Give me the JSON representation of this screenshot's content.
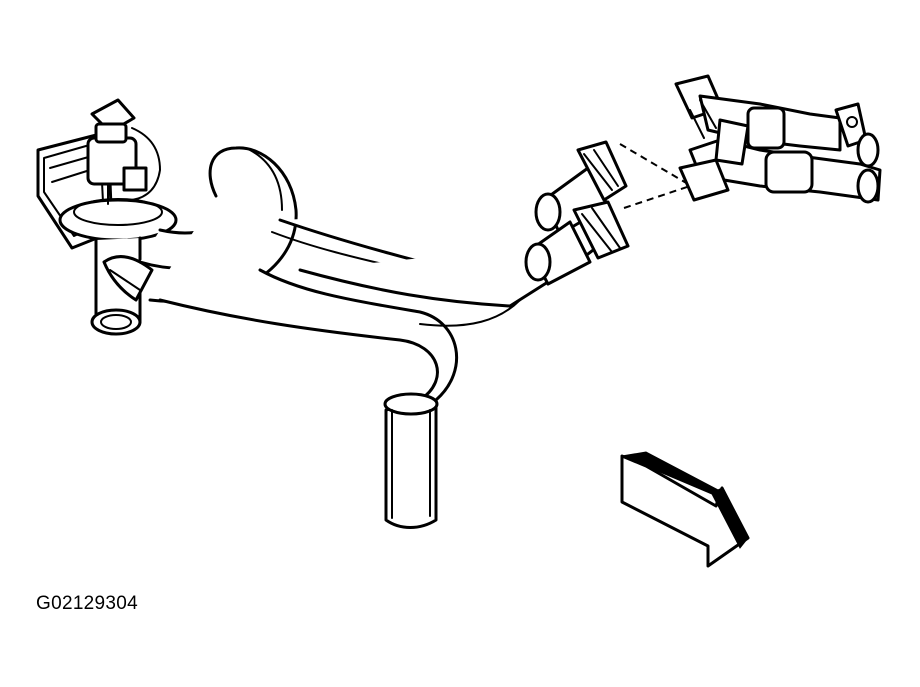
{
  "figure": {
    "code": "G02129304"
  },
  "colors": {
    "line": "#000000",
    "background": "#ffffff"
  },
  "parts": [
    "heater-control-valve",
    "valve-mounting-bracket",
    "vacuum-actuator",
    "hose-clamp",
    "heater-inlet-hose",
    "heater-outlet-hose",
    "engine-coolant-tube",
    "heater-core-pipe-fitting",
    "front-of-vehicle-arrow"
  ]
}
